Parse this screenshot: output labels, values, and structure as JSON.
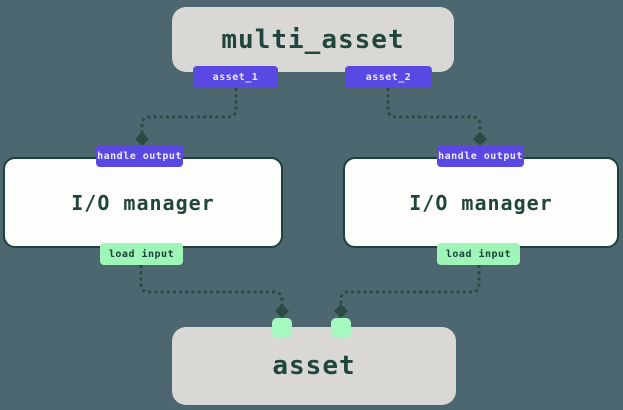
{
  "colors": {
    "background": "#4c6770",
    "gray_node_fill": "#d9d8d4",
    "io_manager_fill": "#fdfdfc",
    "io_manager_border": "#1d423b",
    "node_text": "#1f453c",
    "output_badge_bg": "#5a48e2",
    "output_badge_text": "#eceafc",
    "input_badge_bg": "#9ff4b7",
    "input_badge_text": "#1d423b",
    "arrow": "#2b4a41"
  },
  "nodes": {
    "multi_asset": {
      "label": "multi_asset",
      "outputs": [
        "asset_1",
        "asset_2"
      ]
    },
    "io_manager_left": {
      "label": "I/O manager",
      "top_badge": "handle output",
      "bottom_badge": "load input"
    },
    "io_manager_right": {
      "label": "I/O manager",
      "top_badge": "handle output",
      "bottom_badge": "load input"
    },
    "asset": {
      "label": "asset"
    }
  }
}
